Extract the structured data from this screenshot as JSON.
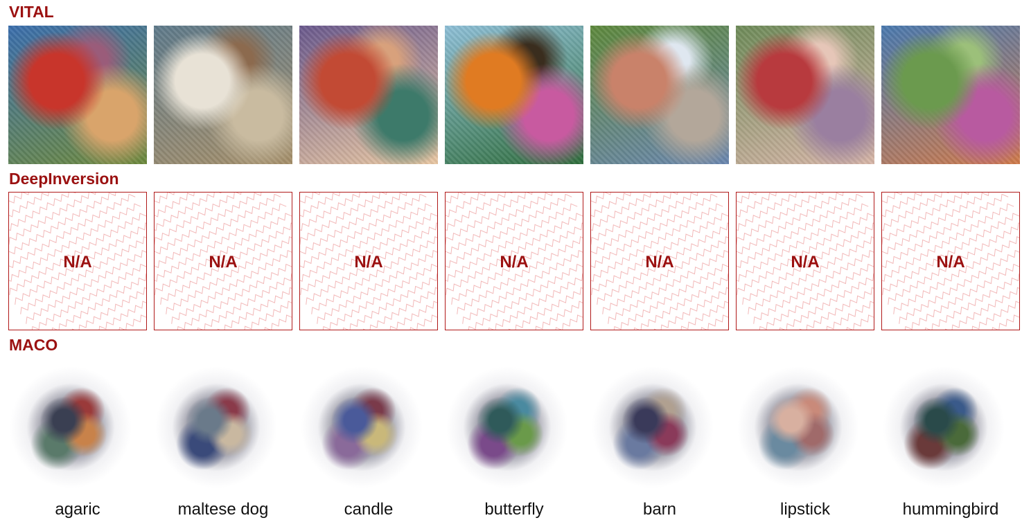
{
  "rows": {
    "vital": {
      "label": "VITAL"
    },
    "deepinversion": {
      "label": "DeepInversion",
      "placeholder": "N/A"
    },
    "maco": {
      "label": "MACO"
    }
  },
  "classes": [
    "agaric",
    "maltese dog",
    "candle",
    "butterfly",
    "barn",
    "lipstick",
    "hummingbird"
  ],
  "colors": {
    "label_red": "#9b1111",
    "na_border": "#b01818",
    "hatch": "#f2b8b8"
  },
  "images": {
    "vital": [
      "agaric-image",
      "maltese-dog-image",
      "candle-image",
      "butterfly-image",
      "barn-image",
      "lipstick-image",
      "hummingbird-image"
    ],
    "maco": [
      "agaric-image",
      "maltese-dog-image",
      "candle-image",
      "butterfly-image",
      "barn-image",
      "lipstick-image",
      "hummingbird-image"
    ]
  }
}
